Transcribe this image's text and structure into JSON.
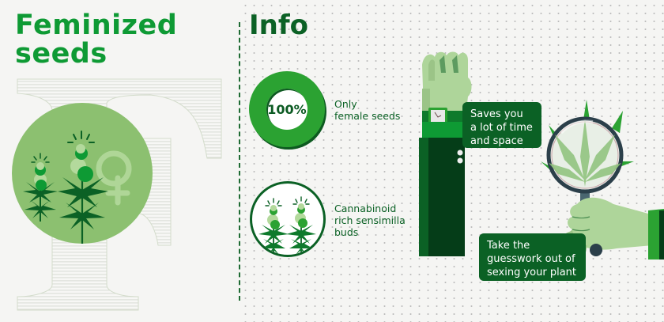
{
  "left": {
    "title_line1": "Feminized",
    "title_line2": "seeds",
    "decor_letter": "F",
    "symbol": "female-symbol"
  },
  "right": {
    "title": "Info",
    "features": [
      {
        "badge": "100%",
        "line1": "Only",
        "line2": "female seeds",
        "icon": "percentage-ring"
      },
      {
        "line1": "Cannabinoid",
        "line2": "rich sensimilla",
        "line3": "buds",
        "icon": "budding-plants"
      }
    ],
    "callouts": [
      {
        "line1": "Saves you",
        "line2": "a lot of time",
        "line3": "and space",
        "icon": "wristwatch"
      },
      {
        "line1": "Take the",
        "line2": "guesswork out of",
        "line3": "sexing your plant",
        "icon": "magnifying-glass"
      }
    ]
  },
  "colors": {
    "bright_green": "#0e9a34",
    "dark_green": "#0b6125",
    "ring_green": "#2ba232",
    "light_green": "#8cc070",
    "pale_green": "#aed59a",
    "background": "#f5f5f3"
  }
}
